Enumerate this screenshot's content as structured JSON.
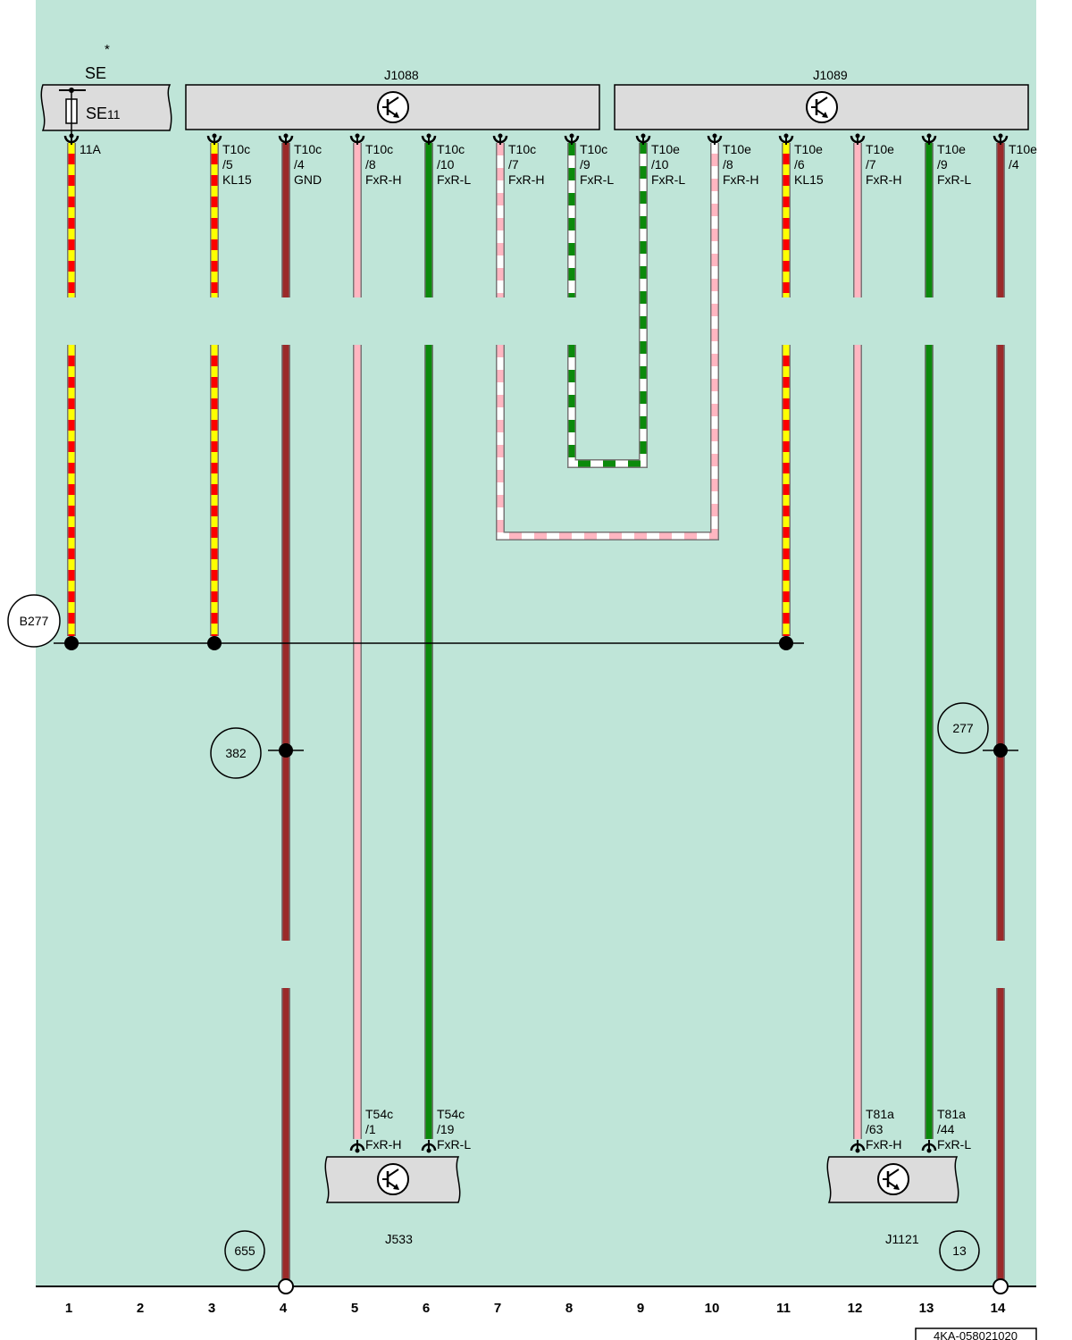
{
  "title_asterisk": "*",
  "components": {
    "se": {
      "label": "SE",
      "fuse_main": "SE",
      "fuse_sub": "11",
      "pin": "11A"
    },
    "j1088": {
      "main": "J",
      "sub": "1088"
    },
    "j1089": {
      "main": "J",
      "sub": "1089"
    },
    "j533": {
      "main": "J",
      "sub": "533"
    },
    "j1121": {
      "main": "J",
      "sub": "1121"
    }
  },
  "top_pins": [
    {
      "col": 3,
      "lines": [
        "T10c",
        "/5",
        "KL15"
      ]
    },
    {
      "col": 4,
      "lines": [
        "T10c",
        "/4",
        "GND"
      ]
    },
    {
      "col": 5,
      "lines": [
        "T10c",
        "/8",
        "FxR-H"
      ]
    },
    {
      "col": 6,
      "lines": [
        "T10c",
        "/10",
        "FxR-L"
      ]
    },
    {
      "col": 7,
      "lines": [
        "T10c",
        "/7",
        "FxR-H"
      ]
    },
    {
      "col": 8,
      "lines": [
        "T10c",
        "/9",
        "FxR-L"
      ]
    },
    {
      "col": 9,
      "lines": [
        "T10e",
        "/10",
        "FxR-L"
      ]
    },
    {
      "col": 10,
      "lines": [
        "T10e",
        "/8",
        "FxR-H"
      ]
    },
    {
      "col": 11,
      "lines": [
        "T10e",
        "/6",
        "KL15"
      ]
    },
    {
      "col": 12,
      "lines": [
        "T10e",
        "/7",
        "FxR-H"
      ]
    },
    {
      "col": 13,
      "lines": [
        "T10e",
        "/9",
        "FxR-L"
      ]
    },
    {
      "col": 14,
      "lines": [
        "T10e",
        "/4"
      ]
    }
  ],
  "bottom_pins": [
    {
      "col": 5,
      "lines": [
        "T54c",
        "/1",
        "FxR-H"
      ]
    },
    {
      "col": 6,
      "lines": [
        "T54c",
        "/19",
        "FxR-L"
      ]
    },
    {
      "col": 12,
      "lines": [
        "T81a",
        "/63",
        "FxR-H"
      ]
    },
    {
      "col": 13,
      "lines": [
        "T81a",
        "/44",
        "FxR-L"
      ]
    }
  ],
  "circle_refs": {
    "b277": "B277",
    "r382": "382",
    "r277": "277",
    "r655": "655",
    "r13": "13"
  },
  "column_numbers": [
    "1",
    "2",
    "3",
    "4",
    "5",
    "6",
    "7",
    "8",
    "9",
    "10",
    "11",
    "12",
    "13",
    "14"
  ],
  "diagram_id": "4KA-058021020",
  "colors": {
    "background": "#bfe5d8",
    "red": "#ff0000",
    "yellow": "#ffff00",
    "brown": "#9b2a2a",
    "pink": "#ffb6c1",
    "green": "#0b8a0b",
    "white": "#ffffff",
    "component": "#dcdcdc"
  }
}
